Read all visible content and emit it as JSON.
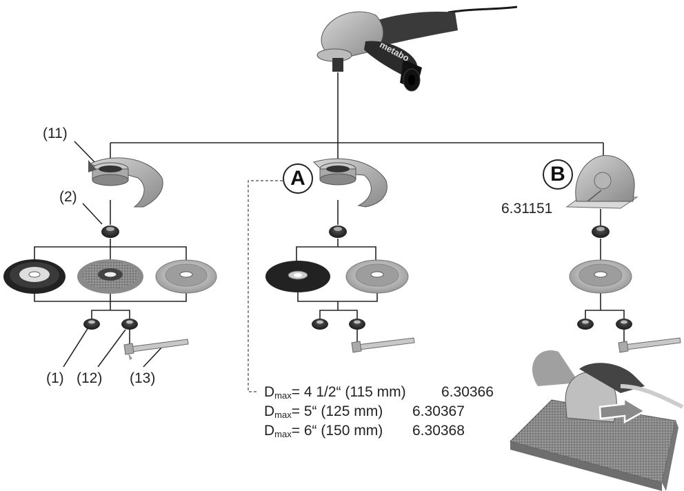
{
  "labels": {
    "guard_standard": "(11)",
    "support_flange": "(2)",
    "clamping_nut": "(1)",
    "quick_nut": "(12)",
    "spanner": "(13)",
    "variant_a": "A",
    "variant_b": "B",
    "variant_b_part_no": "6.31151"
  },
  "brand_text": "metabo",
  "spec_list": [
    {
      "d": "D",
      "sub": "max",
      "size": "= 4 1/2“ (115 mm)",
      "part_no": "6.30366"
    },
    {
      "d": "D",
      "sub": "max",
      "size": "= 5“ (125 mm)",
      "part_no": "6.30367"
    },
    {
      "d": "D",
      "sub": "max",
      "size": "= 6“ (150 mm)",
      "part_no": "6.30368"
    }
  ]
}
